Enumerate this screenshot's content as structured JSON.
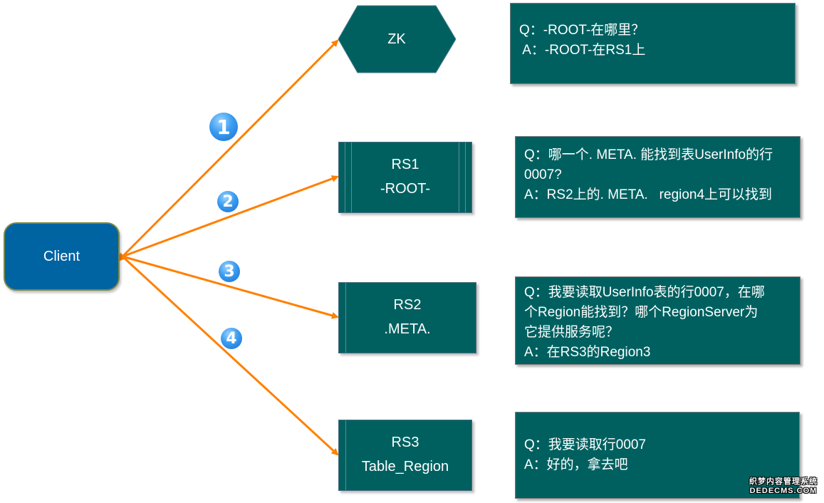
{
  "colors": {
    "client_fill": "#0063a2",
    "node_fill": "#006060",
    "arrow": "#ff8000",
    "badge": "#3a9cf0"
  },
  "nodes": {
    "client": {
      "label": "Client"
    },
    "zk": {
      "label": "ZK",
      "shape": "hexagon"
    },
    "rs1": {
      "title": "RS1",
      "subtitle": "-ROOT-"
    },
    "rs2": {
      "title": "RS2",
      "subtitle": ".META."
    },
    "rs3": {
      "title": "RS3",
      "subtitle": "Table_Region"
    }
  },
  "steps": [
    {
      "number": "1",
      "from": "client",
      "to": "zk"
    },
    {
      "number": "2",
      "from": "client",
      "to": "rs1"
    },
    {
      "number": "3",
      "from": "client",
      "to": "rs2"
    },
    {
      "number": "4",
      "from": "client",
      "to": "rs3"
    }
  ],
  "qa_boxes": [
    {
      "lines": [
        "Q：-ROOT-在哪里？",
        " A：-ROOT-在RS1上"
      ]
    },
    {
      "lines": [
        "Q：哪一个. META. 能找到表UserInfo的行",
        "0007?",
        "A：RS2上的. META.   region4上可以找到"
      ]
    },
    {
      "lines": [
        "Q：我要读取UserInfo表的行0007，在哪",
        "个Region能找到？哪个RegionServer为",
        "它提供服务呢？",
        "A：在RS3的Region3"
      ]
    },
    {
      "lines": [
        "Q：我要读取行0007",
        "A：好的，拿去吧"
      ]
    }
  ],
  "watermark": {
    "line1": "织梦内容管理系统",
    "line2": "DEDECMS.COM"
  }
}
